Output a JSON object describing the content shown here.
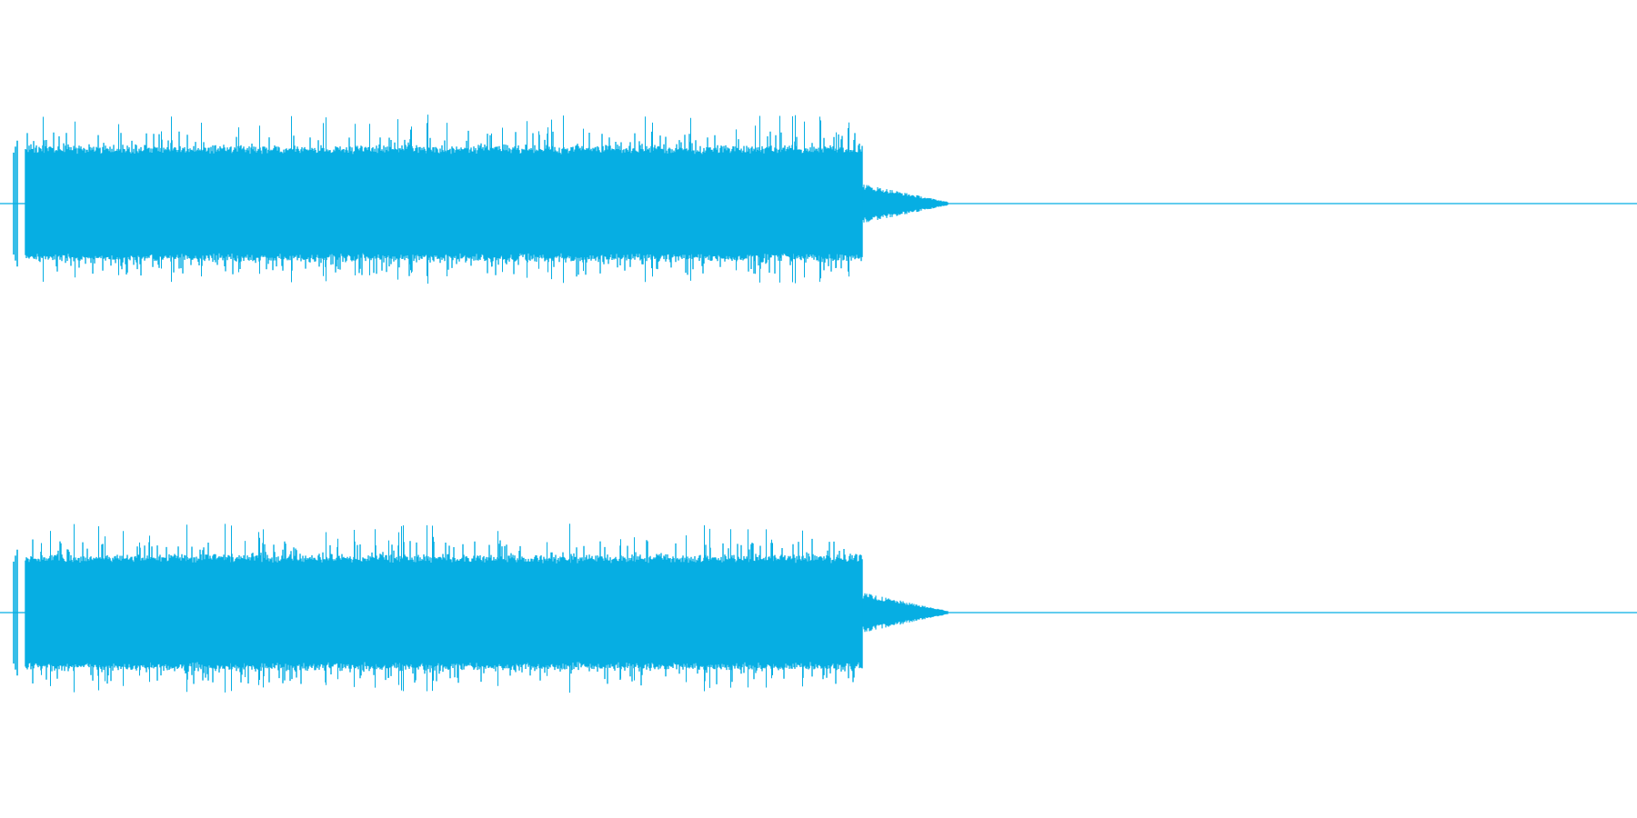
{
  "waveform": {
    "color": "#06aee3",
    "background": "#ffffff",
    "channels": [
      {
        "id": "left"
      },
      {
        "id": "right"
      }
    ],
    "clip": {
      "signal_extent_fraction": 0.525,
      "tail_fade_fraction": 0.03
    }
  }
}
